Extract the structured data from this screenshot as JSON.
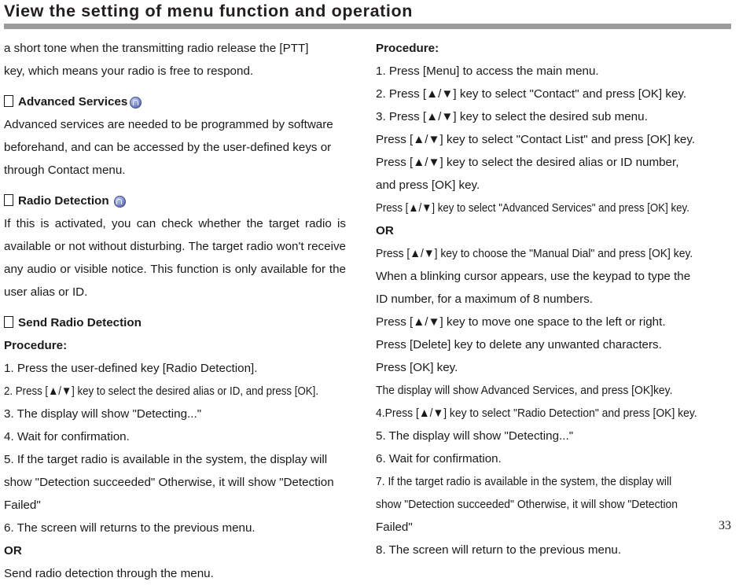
{
  "header": {
    "title": "View the setting of menu function and operation"
  },
  "page_number": "33",
  "icons": {
    "square_bullet": "square-bullet-icon",
    "badge": "blue-circle-badge-icon"
  },
  "left_column": {
    "intro": {
      "line1": "a short tone when the transmitting radio release the [PTT]",
      "line2": "key, which means your radio is free to respond."
    },
    "advanced_services": {
      "heading": "Advanced Services",
      "body": "Advanced services are needed to be programmed by software beforehand, and can be accessed by the user-defined keys or through Contact menu."
    },
    "radio_detection": {
      "heading": "Radio Detection",
      "body": "If this is activated, you can check whether the target radio is available or not without disturbing. The target radio won't receive any audio or visible notice. This function is only available for the user alias or ID."
    },
    "send_radio_detection": {
      "heading": "Send Radio Detection",
      "procedure_label": "Procedure:",
      "steps": [
        "1. Press the user-defined key [Radio Detection].",
        "2. Press [▲/▼] key to select the desired alias or ID, and press [OK].",
        "3. The display will show \"Detecting...\"",
        "4. Wait for confirmation.",
        "5. If the target radio is available in the system, the display will",
        "show \"Detection succeeded\" Otherwise, it will show \"Detection",
        "Failed\"",
        "6. The screen will returns to the previous menu."
      ],
      "or_label": "OR",
      "closing": "Send radio detection through the menu."
    }
  },
  "right_column": {
    "procedure_label": "Procedure:",
    "steps": [
      "1. Press [Menu] to access the main menu.",
      "2. Press [▲/▼] key to select \"Contact\" and press [OK] key.",
      "3. Press [▲/▼] key to select the desired sub menu.",
      "Press [▲/▼] key to select \"Contact List\" and press [OK] key.",
      "Press [▲/▼] key to select the desired alias or ID number,",
      "and press [OK] key.",
      "Press [▲/▼] key to select \"Advanced Services\" and press [OK] key."
    ],
    "or_label": "OR",
    "steps2": [
      "Press [▲/▼] key to choose the \"Manual Dial\" and press [OK] key.",
      "When a blinking cursor appears, use the keypad to type the",
      "ID number, for a maximum of 8 numbers.",
      "Press [▲/▼] key to move one space to the left or right.",
      "Press [Delete] key to delete any unwanted characters.",
      "Press [OK] key.",
      "The display will show Advanced Services, and press [OK]key.",
      "4.Press [▲/▼] key to select \"Radio Detection\" and press [OK] key.",
      "5. The display will show \"Detecting...\"",
      "6. Wait for confirmation.",
      "7. If the target radio is available in the system, the display will",
      "show \"Detection succeeded\" Otherwise, it will show \"Detection",
      "Failed\"",
      "8. The screen will return to the previous menu."
    ]
  },
  "colors": {
    "rule": "#9b9b9e",
    "text": "#1a1a1a",
    "title": "#231f20",
    "badge": "#5560a8"
  }
}
